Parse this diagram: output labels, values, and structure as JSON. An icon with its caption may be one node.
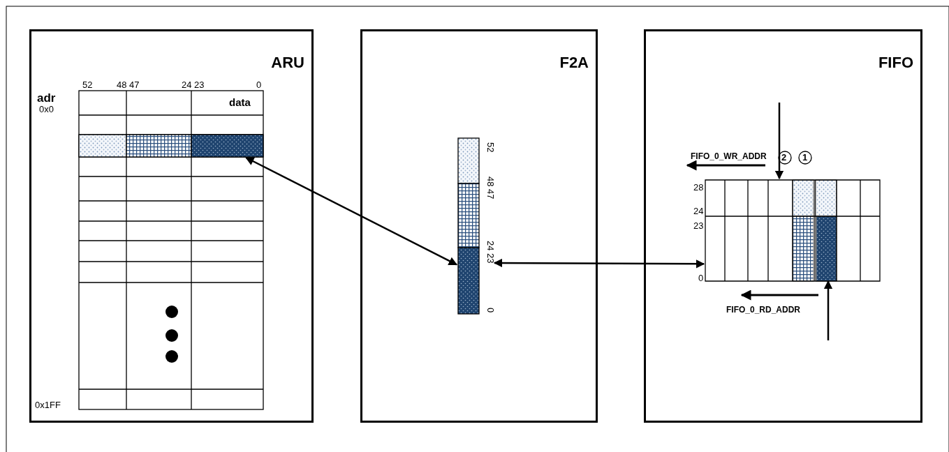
{
  "diagram": {
    "nodes": [
      {
        "text": [
          "ARU"
        ]
      },
      {
        "text": [
          "F2A"
        ]
      },
      {
        "text": [
          "FIFO"
        ]
      },
      {
        "text": [],
        "shape": "box",
        "in": 0
      },
      {
        "text": [],
        "shape": "bar",
        "in": 1
      },
      {
        "text": [],
        "shape": "box",
        "in": 2
      }
    ],
    "edges": [
      {
        "from": 3,
        "to": 4,
        "arrow": "both"
      },
      {
        "from": 4,
        "to": 5,
        "arrow": "both"
      },
      {
        "from": null,
        "to": 5,
        "arrow": "to"
      },
      {
        "from": null,
        "to": 5,
        "arrow": "to"
      }
    ],
    "labels": [
      "52",
      "48 47",
      "24 23",
      "0",
      "adr",
      "data",
      "0x0",
      "0x1FF",
      "52",
      "48 47",
      "24 23",
      "0",
      "FIFO_0_WR_ADDR",
      "2",
      "1",
      "28",
      "24",
      "23",
      "0",
      "FIFO_0_RD_ADDR"
    ]
  }
}
